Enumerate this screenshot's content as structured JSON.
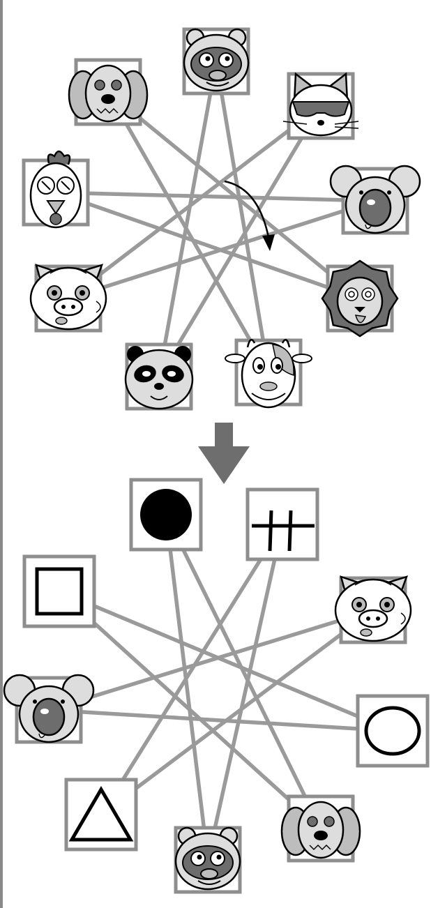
{
  "colors": {
    "background": "#ffffff",
    "frame": "#8e8e8e",
    "connector": "#9a9a9a",
    "big_arrow": "#6e6e6e",
    "ink": "#000000",
    "light_fill": "#dddddd",
    "mid_fill": "#bdbdbd",
    "dark_fill": "#6d6d6d"
  },
  "top_puzzle": {
    "direction_hint": "clockwise",
    "animals": [
      "tanuki",
      "cat",
      "koala",
      "lion",
      "cow",
      "panda",
      "pig",
      "rooster",
      "dog"
    ],
    "star_step": 4
  },
  "bottom_puzzle": {
    "nodes": [
      "filled-circle",
      "double-cross",
      "pig",
      "circle",
      "dog",
      "tanuki",
      "triangle",
      "koala",
      "square"
    ],
    "star_step": 4
  }
}
